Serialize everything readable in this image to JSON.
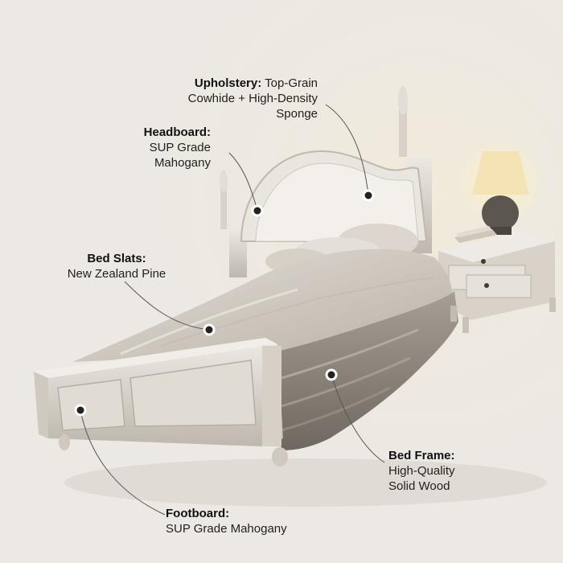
{
  "callouts": {
    "upholstery": {
      "title": "Upholstery:",
      "line1": "Top-Grain",
      "line2": "Cowhide + High-Density",
      "line3": "Sponge"
    },
    "headboard": {
      "title": "Headboard:",
      "line1": "SUP Grade",
      "line2": "Mahogany"
    },
    "bed_slats": {
      "title": "Bed Slats:",
      "line1": "New Zealand Pine"
    },
    "bed_frame": {
      "title": "Bed Frame:",
      "line1": "High-Quality",
      "line2": "Solid Wood"
    },
    "footboard": {
      "title": "Footboard:",
      "line1": "SUP Grade Mahogany"
    }
  },
  "colors": {
    "background": "#ece9e4",
    "frame": "#d9d4cc",
    "bedding": "#cfc9c0",
    "skirt": "#8c857c",
    "lamp_shade": "#f3e3b5",
    "lamp_base": "#5b5650"
  }
}
